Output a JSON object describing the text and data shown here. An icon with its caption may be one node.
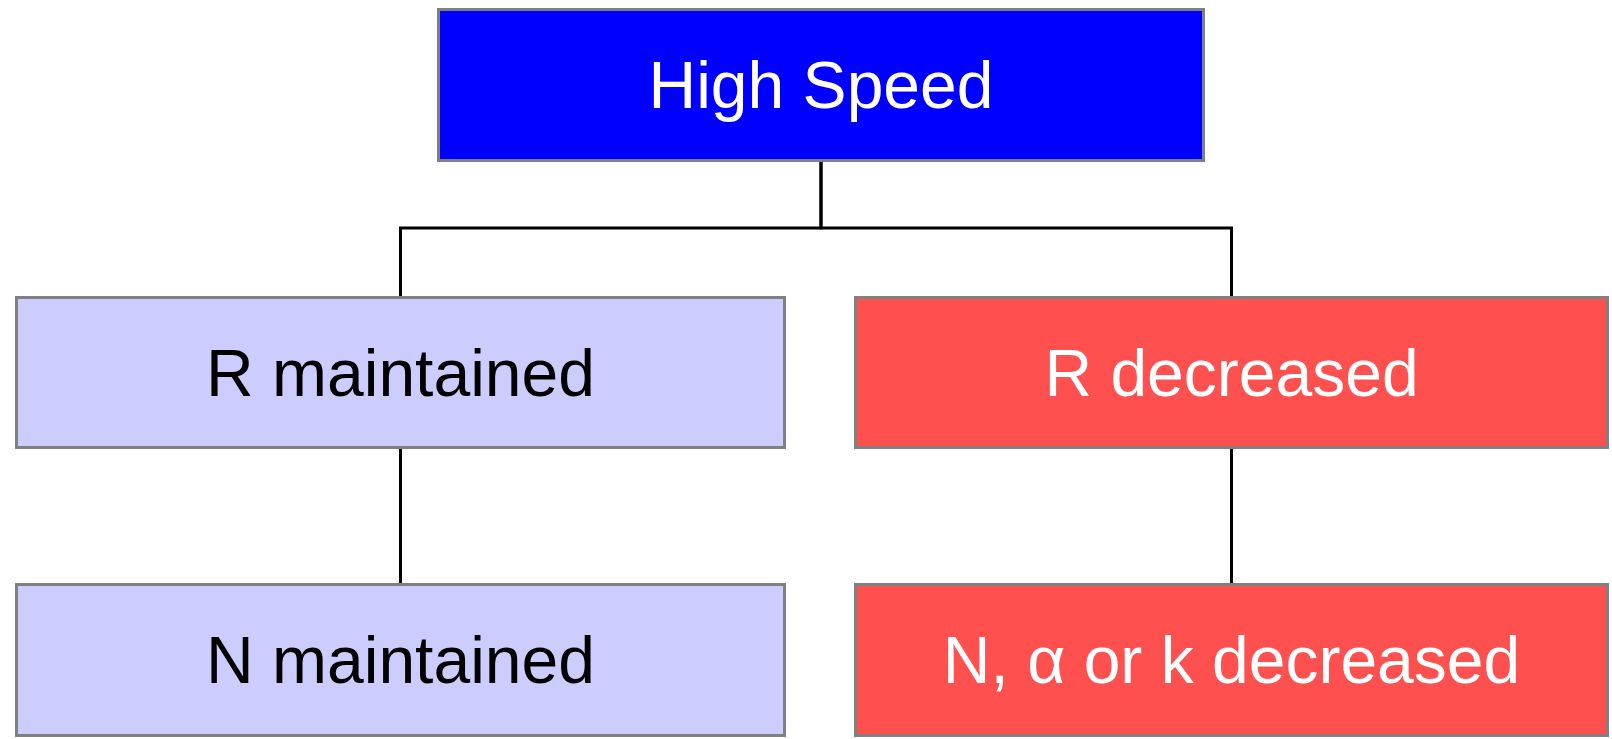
{
  "diagram": {
    "nodes": [
      {
        "text": [
          "High Speed"
        ]
      },
      {
        "text": [
          "R maintained"
        ]
      },
      {
        "text": [
          "R decreased"
        ]
      },
      {
        "text": [
          "N maintained"
        ]
      },
      {
        "text": [
          "N, α or k decreased"
        ]
      }
    ],
    "edges": [
      {
        "from": 0,
        "to": 1,
        "arrow": "none"
      },
      {
        "from": 0,
        "to": 2,
        "arrow": "none"
      },
      {
        "from": 1,
        "to": 3,
        "arrow": "none"
      },
      {
        "from": 2,
        "to": 4,
        "arrow": "none"
      }
    ]
  }
}
